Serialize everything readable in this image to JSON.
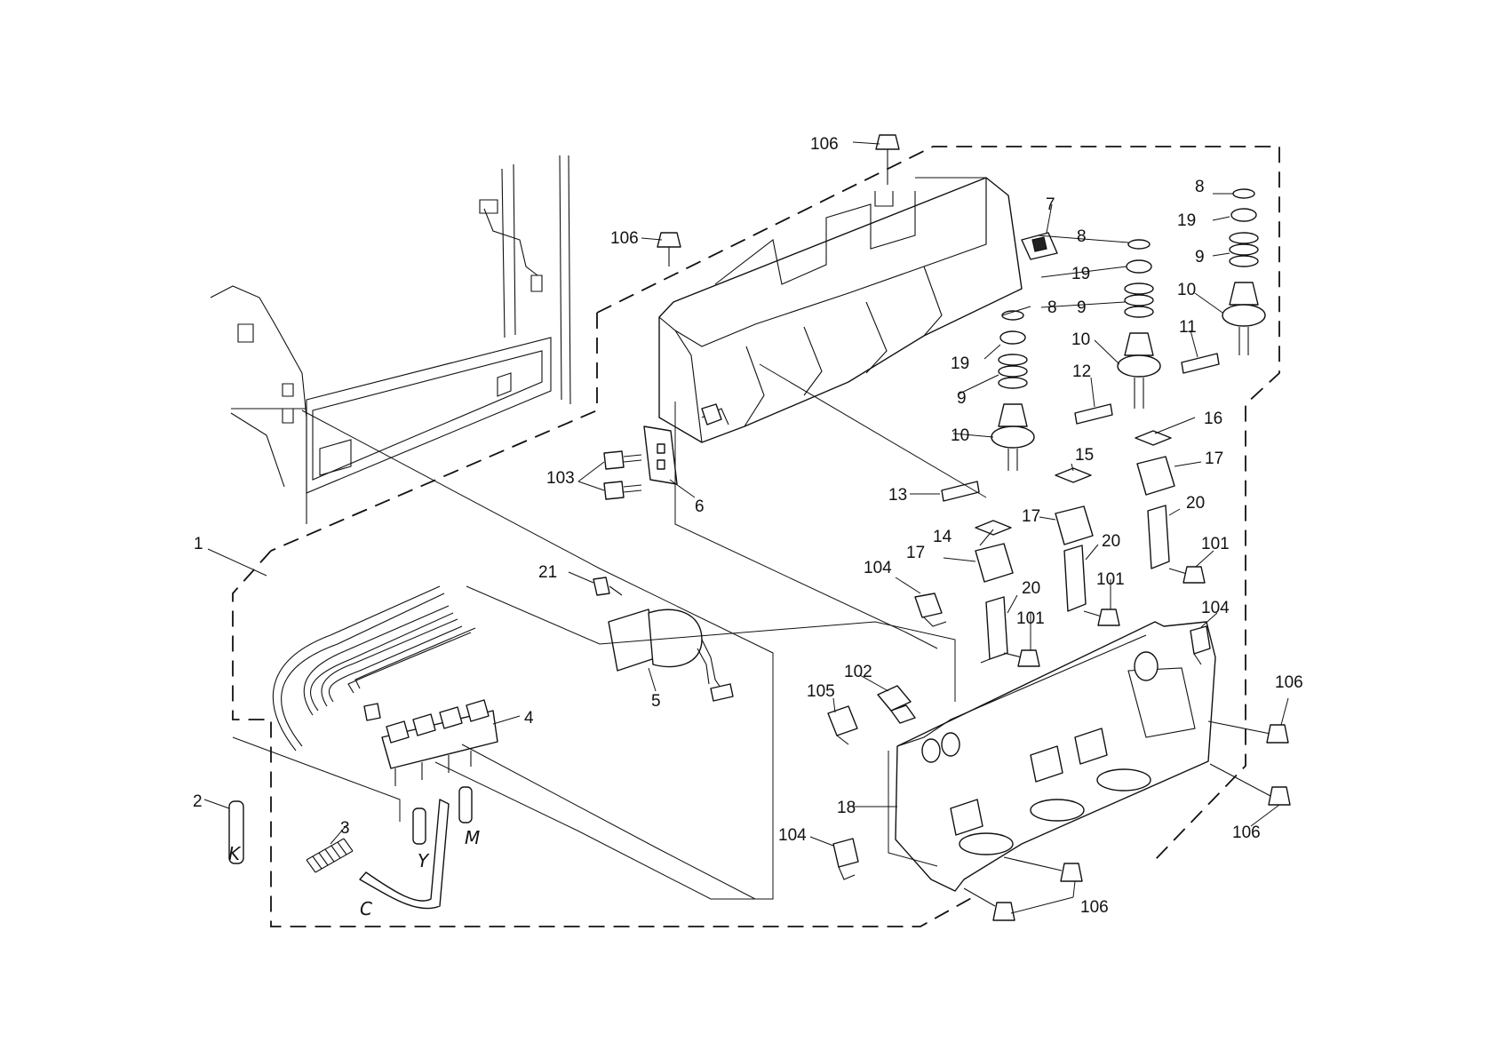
{
  "diagram": {
    "type": "exploded parts diagram",
    "callouts": {
      "c1": "1",
      "c2": "2",
      "c3": "3",
      "c4": "4",
      "c5": "5",
      "c6": "6",
      "c7": "7",
      "c8a": "8",
      "c8b": "8",
      "c8c": "8",
      "c9a": "9",
      "c9b": "9",
      "c9c": "9",
      "c10a": "10",
      "c10b": "10",
      "c10c": "10",
      "c11": "11",
      "c12": "12",
      "c13": "13",
      "c14": "14",
      "c15": "15",
      "c16": "16",
      "c17a": "17",
      "c17b": "17",
      "c17c": "17",
      "c18": "18",
      "c19a": "19",
      "c19b": "19",
      "c19c": "19",
      "c20a": "20",
      "c20b": "20",
      "c20c": "20",
      "c21": "21",
      "c101a": "101",
      "c101b": "101",
      "c101c": "101",
      "c102": "102",
      "c103": "103",
      "c104a": "104",
      "c104b": "104",
      "c104c": "104",
      "c105": "105",
      "c106a": "106",
      "c106b": "106",
      "c106c": "106",
      "c106d": "106",
      "c106e": "106"
    },
    "tube_letters": {
      "k": "K",
      "y": "Y",
      "m": "M",
      "c": "C"
    }
  }
}
